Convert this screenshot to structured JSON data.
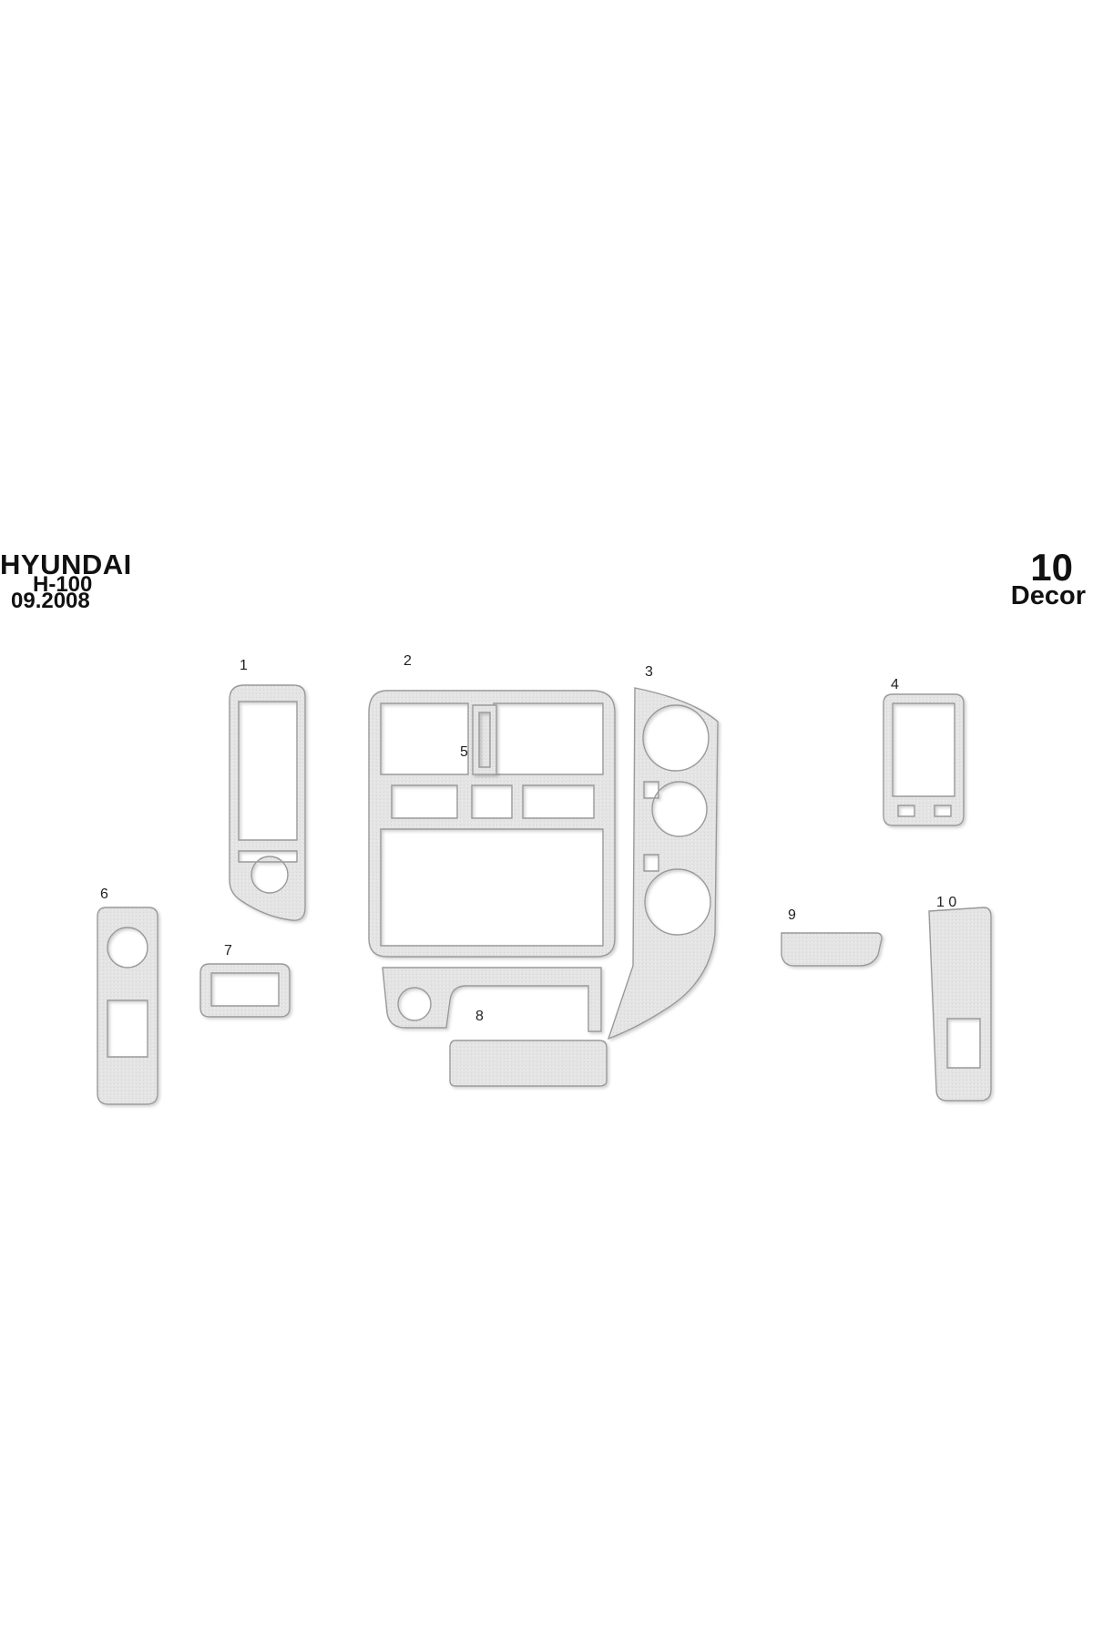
{
  "header": {
    "brand": "HYUNDAI",
    "model": "H-100",
    "date": "09.2008",
    "piece_count": "10",
    "product": "Decor"
  },
  "parts": [
    {
      "label": "1"
    },
    {
      "label": "2"
    },
    {
      "label": "3"
    },
    {
      "label": "4"
    },
    {
      "label": "5"
    },
    {
      "label": "6"
    },
    {
      "label": "7"
    },
    {
      "label": "8"
    },
    {
      "label": "9"
    },
    {
      "label": "1 0"
    }
  ],
  "colors": {
    "part_fill": "#e4e4e4",
    "part_edge": "#9a9a9a",
    "text": "#111111"
  }
}
